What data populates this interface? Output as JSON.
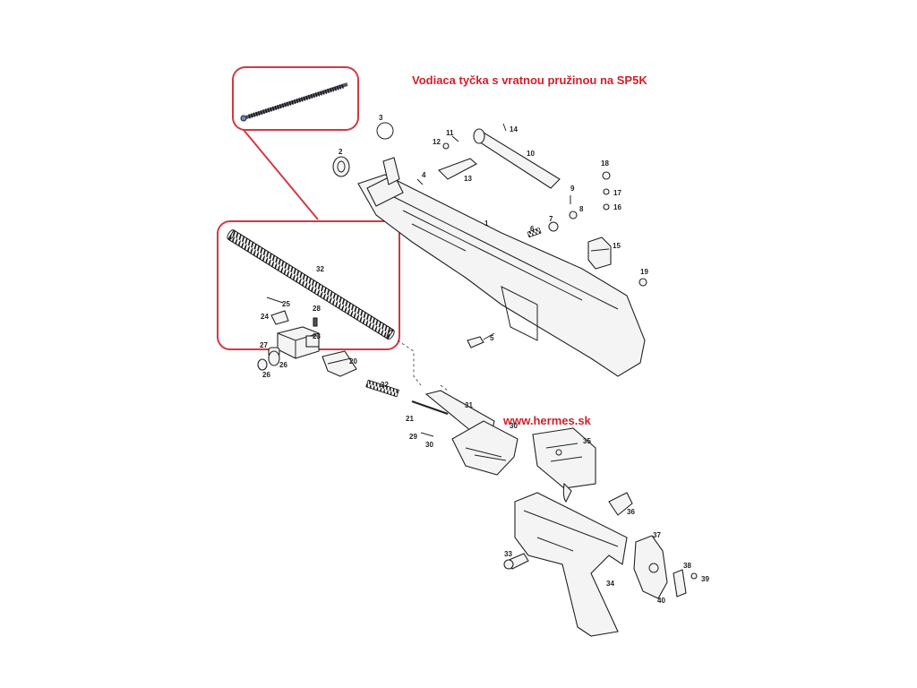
{
  "title": "Vodiaca tyčka s vratnou pružinou na SP5K",
  "website": "www.hermes.sk",
  "colors": {
    "accent": "#d0202a",
    "callout_border": "#d03a44"
  },
  "part_labels": {
    "p1": "1",
    "p2": "2",
    "p3": "3",
    "p4": "4",
    "p5": "5",
    "p6": "6",
    "p7": "7",
    "p8": "8",
    "p9": "9",
    "p10": "10",
    "p11": "11",
    "p12": "12",
    "p13": "13",
    "p14": "14",
    "p15": "15",
    "p16": "16",
    "p17": "17",
    "p18": "18",
    "p19": "19",
    "p20": "20",
    "p21": "21",
    "p22": "22",
    "p23": "23",
    "p24": "24",
    "p25": "25",
    "p26a": "26",
    "p26b": "26",
    "p27": "27",
    "p28": "28",
    "p29": "29",
    "p30a": "30",
    "p30b": "30",
    "p31": "31",
    "p32": "32",
    "p33": "33",
    "p34": "34",
    "p35": "35",
    "p36": "36",
    "p37": "37",
    "p38": "38",
    "p39": "39",
    "p40": "40"
  }
}
